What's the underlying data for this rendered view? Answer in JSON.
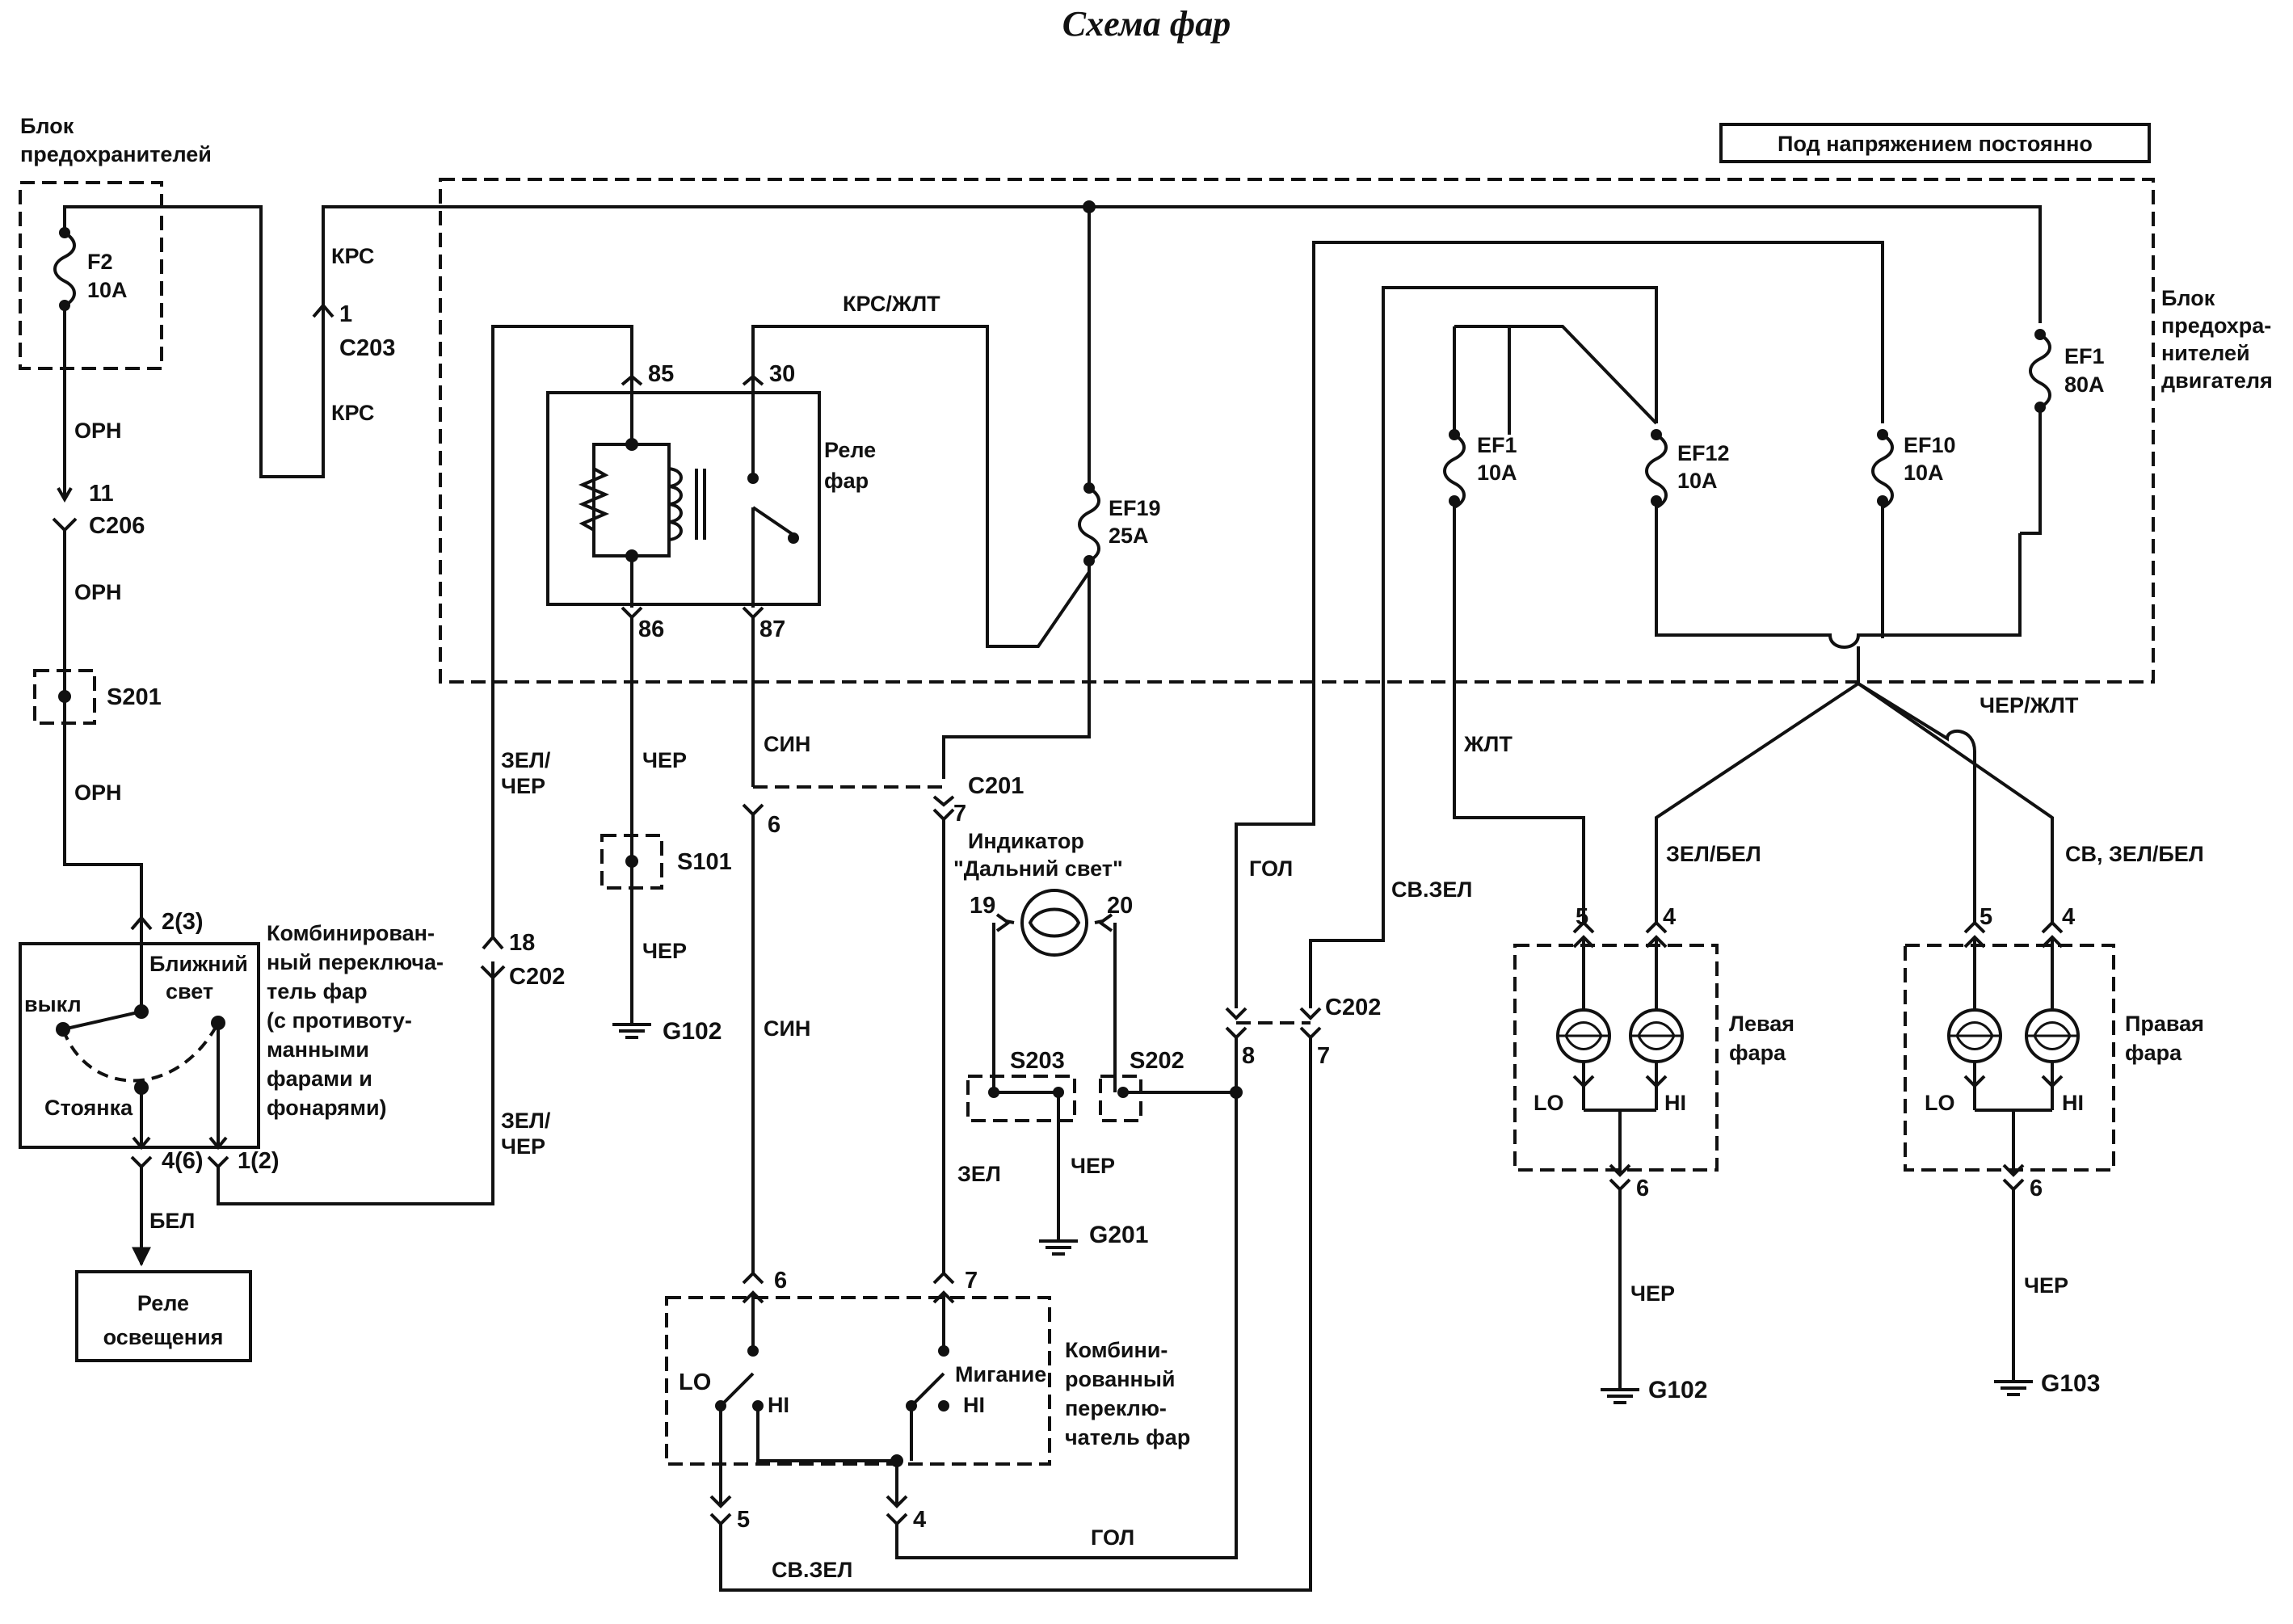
{
  "title": "Схема фар",
  "note_box": "Под напряжением постоянно",
  "fuse_block": {
    "line1": "Блок",
    "line2": "предохранителей"
  },
  "engine_fuse_block": {
    "line1": "Блок",
    "line2": "предохра-",
    "line3": "нителей",
    "line4": "двигателя"
  },
  "fuses": {
    "f2": {
      "name": "F2",
      "rating": "10A"
    },
    "ef1_main": {
      "name": "EF1",
      "rating": "80A"
    },
    "ef19": {
      "name": "EF19",
      "rating": "25A"
    },
    "ef1": {
      "name": "EF1",
      "rating": "10A"
    },
    "ef12": {
      "name": "EF12",
      "rating": "10A"
    },
    "ef10": {
      "name": "EF10",
      "rating": "10A"
    }
  },
  "connectors": {
    "c203": "C203",
    "c203_pin": "1",
    "c206": "C206",
    "c206_pin": "11",
    "c202_a": "C202",
    "c202_a_pin": "18",
    "c202_b": "C202",
    "c202_b_pin_8": "8",
    "c202_b_pin_7": "7",
    "c201": "C201",
    "c201_pin_6": "6",
    "c201_pin_7": "7"
  },
  "splices": {
    "s201": "S201",
    "s101": "S101",
    "s203": "S203",
    "s202": "S202"
  },
  "grounds": {
    "g102_a": "G102",
    "g201": "G201",
    "g102_b": "G102",
    "g103": "G103"
  },
  "wires": {
    "krs_1": "КРС",
    "krs_2": "КРС",
    "orn_1": "ОРН",
    "orn_2": "ОРН",
    "orn_3": "ОРН",
    "krs_zhlt": "КРС/ЖЛТ",
    "zel_cher_1a": "ЗЕЛ/",
    "zel_cher_1b": "ЧЕР",
    "zel_cher_2a": "ЗЕЛ/",
    "zel_cher_2b": "ЧЕР",
    "cher_1": "ЧЕР",
    "cher_2": "ЧЕР",
    "sin_1": "СИН",
    "sin_2": "СИН",
    "zel": "ЗЕЛ",
    "cher_3": "ЧЕР",
    "gol_1": "ГОЛ",
    "sv_zel_1": "СВ.ЗЕЛ",
    "gol_2": "ГОЛ",
    "sv_zel_2": "СВ.ЗЕЛ",
    "bel": "БЕЛ",
    "zhlt": "ЖЛТ",
    "zel_bel": "ЗЕЛ/БЕЛ",
    "sv_zel_bel": "СВ, ЗЕЛ/БЕЛ",
    "cher_zhlt": "ЧЕР/ЖЛТ",
    "cher_4": "ЧЕР",
    "cher_5": "ЧЕР"
  },
  "relay": {
    "label1": "Реле",
    "label2": "фар",
    "pin_85": "85",
    "pin_30": "30",
    "pin_86": "86",
    "pin_87": "87"
  },
  "combo_switch_1": {
    "pin_top": "2(3)",
    "pin_b1": "4(6)",
    "pin_b2": "1(2)",
    "off": "выкл",
    "low1": "Ближний",
    "low2": "свет",
    "park": "Стоянка",
    "desc1": "Комбинирован-",
    "desc2": "ный переключа-",
    "desc3": "тель фар",
    "desc4": "(с противоту-",
    "desc5": "манными",
    "desc6": "фарами и",
    "desc7": "фонарями)"
  },
  "lighting_relay": {
    "line1": "Реле",
    "line2": "освещения"
  },
  "indicator": {
    "line1": "Индикатор",
    "line2": "\"Дальний свет\"",
    "pin_19": "19",
    "pin_20": "20"
  },
  "combo_switch_2": {
    "pin_6": "6",
    "pin_7": "7",
    "pin_5": "5",
    "pin_4": "4",
    "lo": "LO",
    "hi1": "HI",
    "hi2": "HI",
    "flash": "Мигание",
    "desc1": "Комбини-",
    "desc2": "рованный",
    "desc3": "переклю-",
    "desc4": "чатель фар"
  },
  "left_headlamp": {
    "line1": "Левая",
    "line2": "фара",
    "pin_5": "5",
    "pin_4": "4",
    "pin_6": "6",
    "lo": "LO",
    "hi": "HI"
  },
  "right_headlamp": {
    "line1": "Правая",
    "line2": "фара",
    "pin_5": "5",
    "pin_4": "4",
    "pin_6": "6",
    "lo": "LO",
    "hi": "HI"
  }
}
